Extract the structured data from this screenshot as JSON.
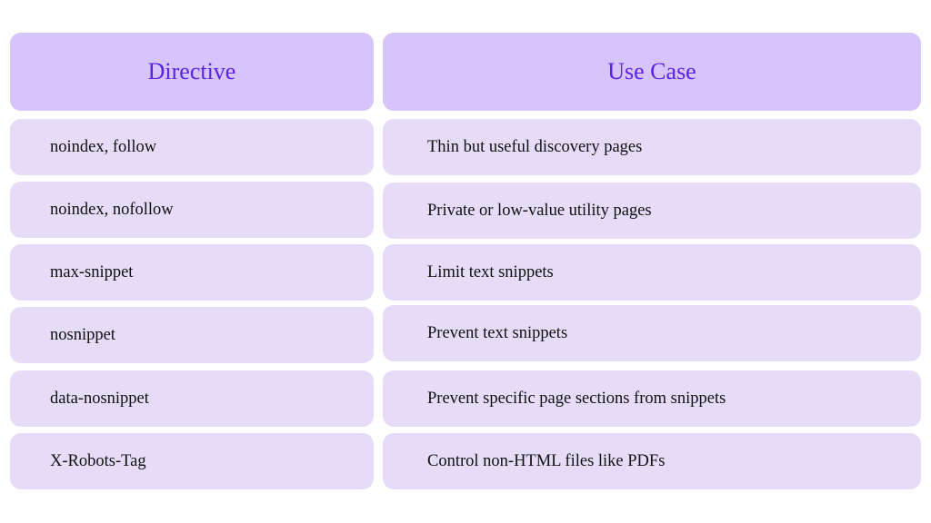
{
  "header": {
    "directive": "Directive",
    "use_case": "Use Case"
  },
  "rows": [
    {
      "directive": "noindex, follow",
      "use_case": "Thin but useful discovery pages"
    },
    {
      "directive": "noindex, nofollow",
      "use_case": "Private or low-value utility pages"
    },
    {
      "directive": "max-snippet",
      "use_case": "Limit text snippets"
    },
    {
      "directive": "nosnippet",
      "use_case": "Prevent text snippets"
    },
    {
      "directive": "data-nosnippet",
      "use_case": "Prevent specific page sections from snippets"
    },
    {
      "directive": "X-Robots-Tag",
      "use_case": "Control non-HTML files like PDFs"
    }
  ],
  "colors": {
    "header_bg": "#d6c4fa",
    "row_bg": "#e6dcf8",
    "header_text": "#5b21e6"
  }
}
